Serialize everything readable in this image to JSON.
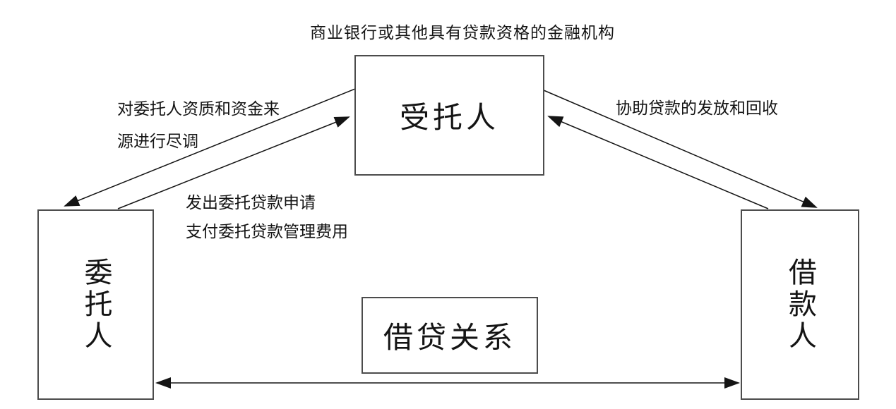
{
  "diagram": {
    "title": "商业银行或其他具有贷款资格的金融机构",
    "nodes": {
      "trustee": {
        "label": "受托人"
      },
      "principal": {
        "label": "委托人"
      },
      "borrower": {
        "label": "借款人"
      },
      "relationship": {
        "label": "借贷关系"
      }
    },
    "edge_labels": {
      "due_diligence": {
        "line1": "对委托人资质和资金来",
        "line2": "源进行尽调"
      },
      "loan_application": {
        "line1": "发出委托贷款申请",
        "line2": "支付委托贷款管理费用"
      },
      "assist": {
        "label": "协助贷款的发放和回收"
      }
    },
    "arrows": [
      {
        "id": "trustee-to-principal",
        "from": "受托人",
        "to": "委托人",
        "heads": "end"
      },
      {
        "id": "principal-to-trustee",
        "from": "委托人",
        "to": "受托人",
        "heads": "end"
      },
      {
        "id": "trustee-to-borrower",
        "from": "受托人",
        "to": "借款人",
        "heads": "end"
      },
      {
        "id": "borrower-to-trustee",
        "from": "借款人",
        "to": "受托人",
        "heads": "end"
      },
      {
        "id": "principal-borrower",
        "from": "委托人",
        "to": "借款人",
        "heads": "both"
      }
    ],
    "colors": {
      "line": "#141414",
      "box_border": "#4c4c4c",
      "background": "#ffffff",
      "text": "#141414"
    }
  }
}
